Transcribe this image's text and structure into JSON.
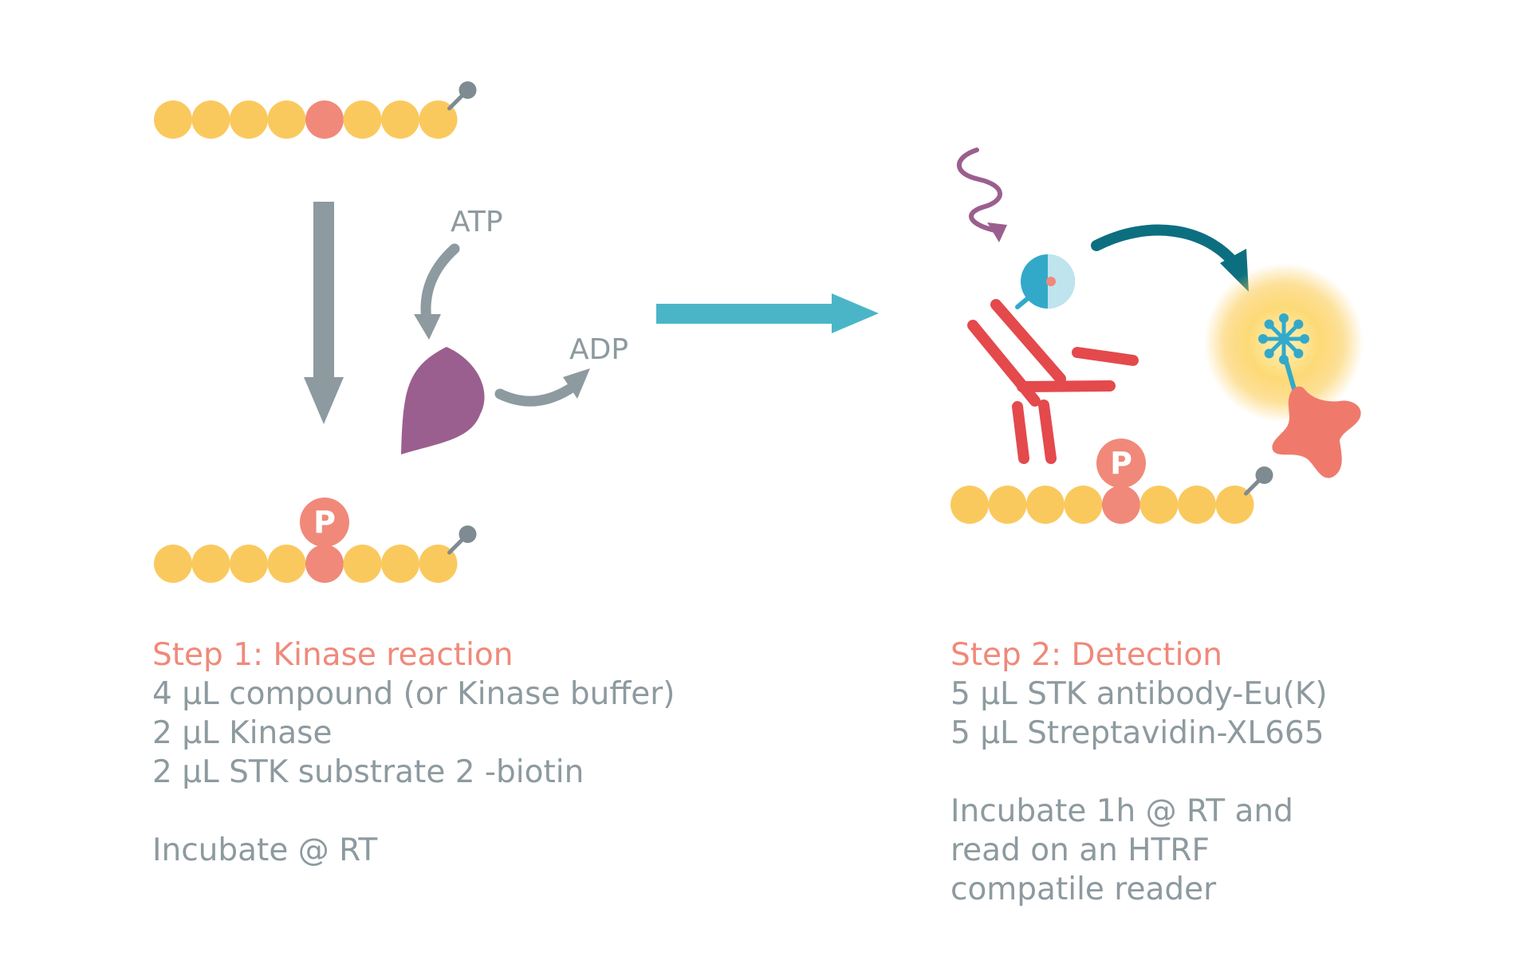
{
  "colors": {
    "bead": "#fac95e",
    "bead_phos": "#f0897a",
    "grey_arrow": "#8d9a9f",
    "kinase": "#9b5f8f",
    "flow_arrow": "#4bb5c8",
    "antibody": "#e4494c",
    "teal_arrow": "#0c6f80",
    "glow": "#fbc94a",
    "xl665": "#ef7a6c",
    "europium": "#33a9c9",
    "photon": "#9b5f8f",
    "step_title": "#f0897a",
    "body_text": "#8d9a9f"
  },
  "icons": {
    "phospho_label": "P"
  },
  "labels": {
    "atp": "ATP",
    "adp": "ADP"
  },
  "step1": {
    "title": "Step 1: Kinase reaction",
    "lines": [
      "4 µL compound (or Kinase buffer)",
      "2 µL Kinase",
      "2 µL STK substrate 2 -biotin"
    ],
    "incubation": "Incubate @ RT"
  },
  "step2": {
    "title": "Step 2: Detection",
    "lines": [
      "5 µL STK antibody-Eu(K)",
      "5 µL Streptavidin-XL665"
    ],
    "incubation": [
      "Incubate 1h @ RT and",
      "read on an HTRF",
      "compatile reader"
    ]
  }
}
